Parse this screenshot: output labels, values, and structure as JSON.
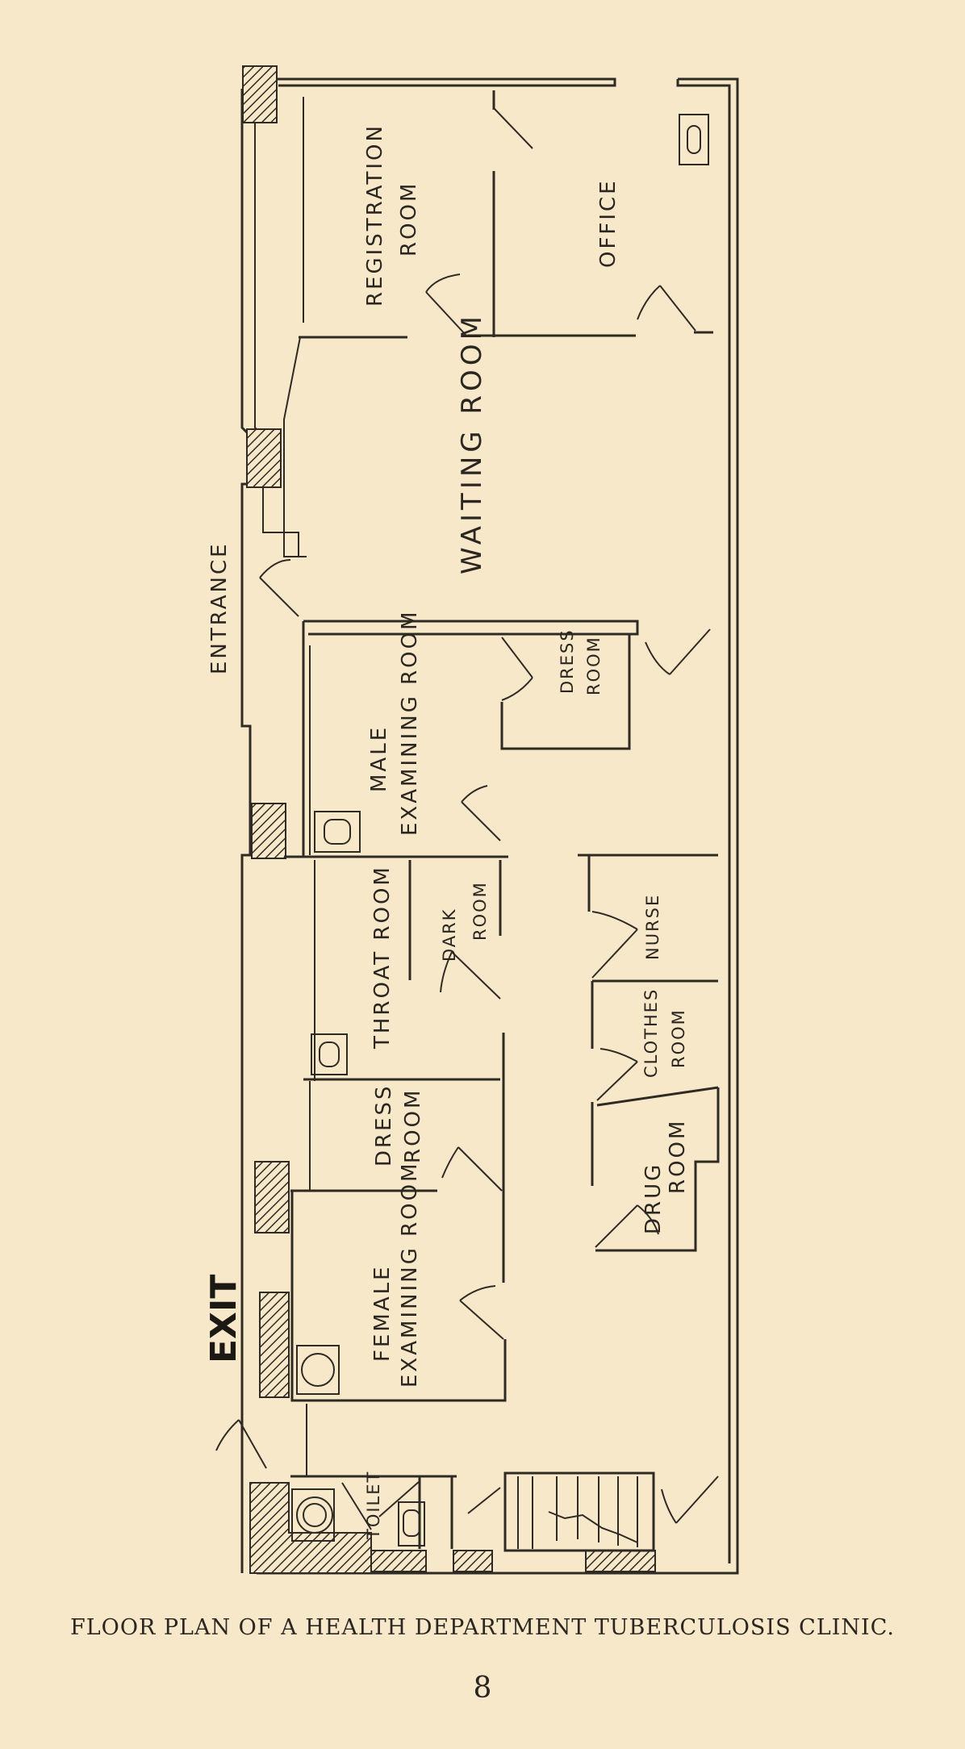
{
  "labels": {
    "registration_line1": "REGISTRATION",
    "registration_line2": "ROOM",
    "office": "OFFICE",
    "waiting_room": "WAITING ROOM",
    "entrance": "ENTRANCE",
    "dress_room_1_line1": "DRESS",
    "dress_room_1_line2": "ROOM",
    "male_line1": "MALE",
    "male_line2": "EXAMINING ROOM",
    "throat_room": "THROAT ROOM",
    "dark_line1": "DARK",
    "dark_line2": "ROOM",
    "nurse": "NURSE",
    "clothes_line1": "CLOTHES",
    "clothes_line2": "ROOM",
    "dress_room_2_line1": "DRESS",
    "dress_room_2_line2": "ROOM",
    "drug_line1": "DRUG",
    "drug_line2": "ROOM",
    "female_line1": "FEMALE",
    "female_line2": "EXAMINING ROOM",
    "exit": "EXIT",
    "toilet": "TOILET"
  },
  "caption": "FLOOR PLAN OF A HEALTH DEPARTMENT TUBERCULOSIS CLINIC.",
  "page_number": "8",
  "colors": {
    "paper": "#f6e8c9",
    "ink": "#2f2a24"
  }
}
